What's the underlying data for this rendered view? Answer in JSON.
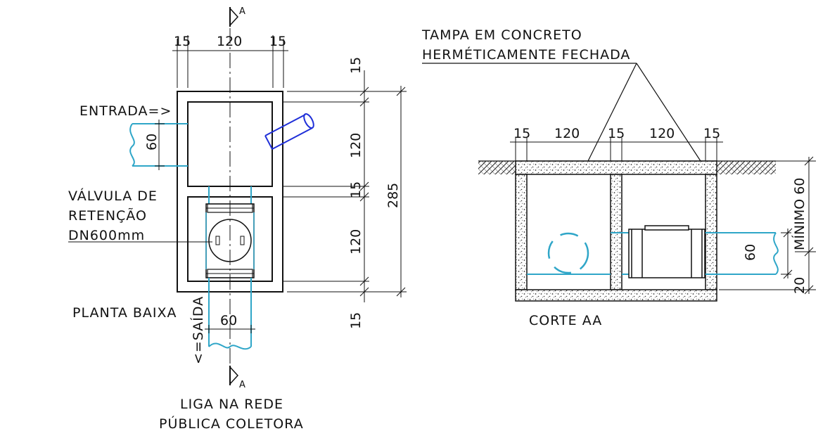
{
  "colors": {
    "line": "#111111",
    "water_pipe": "#2fa6c8",
    "inlet_pipe": "#1f2fd8",
    "centerline": "#111111",
    "concrete_hatch": "#555555"
  },
  "plan": {
    "section_marker_top": "A",
    "section_marker_bottom": "A",
    "dim_top": {
      "left": "15",
      "center": "120",
      "right": "15"
    },
    "dim_right": {
      "d1": "15",
      "d2": "120",
      "d3": "15",
      "d4": "120",
      "d5": "15",
      "total": "285"
    },
    "entrada_label": "ENTRADA=>",
    "inlet_dim": "60",
    "valve_label_line1": "VÁLVULA DE",
    "valve_label_line2": "RETENÇÃO",
    "valve_label_line3": "DN600mm",
    "title": "PLANTA BAIXA",
    "saida_label": "<=SAÍDA",
    "outlet_dim": "60",
    "footer_line1": "LIGA NA REDE",
    "footer_line2": "PÚBLICA COLETORA"
  },
  "section": {
    "lid_label_line1": "TAMPA EM CONCRETO",
    "lid_label_line2": "HERMÉTICAMENTE FECHADA",
    "dim_top": {
      "d1": "15",
      "d2": "120",
      "d3": "15",
      "d4": "120",
      "d5": "15"
    },
    "dim_minimo": "MÍNIMO 60",
    "pipe_dim": "60",
    "bottom_dim": "20",
    "title": "CORTE AA"
  }
}
